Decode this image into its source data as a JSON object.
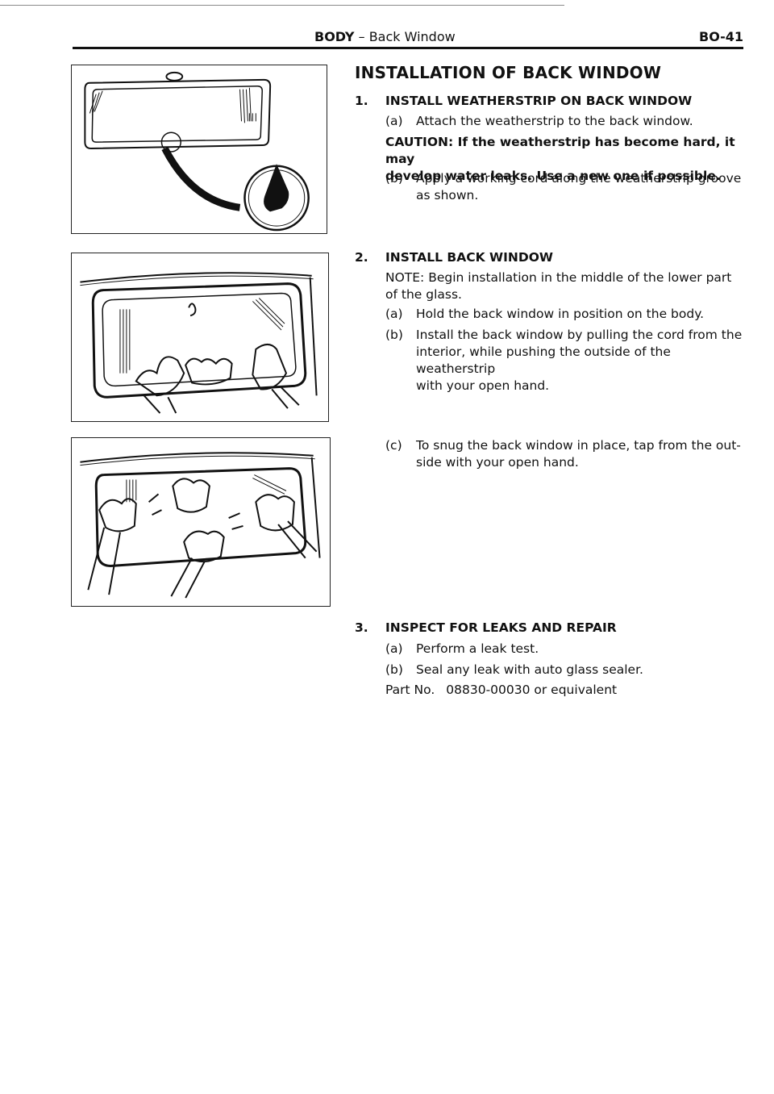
{
  "header": {
    "section": "BODY",
    "separator": "–",
    "subsection": "Back Window",
    "page_number": "BO-41"
  },
  "main_title": "INSTALLATION OF BACK WINDOW",
  "steps": [
    {
      "number": "1.",
      "title": "INSTALL WEATHERSTRIP ON BACK WINDOW",
      "sub_a_label": "(a)",
      "sub_a_text": "Attach the weatherstrip to the back window.",
      "caution_line1": "CAUTION:  If the weatherstrip has become hard, it may",
      "caution_line2": "develop water leaks. Use a new one if possible.",
      "sub_b_label": "(b)",
      "sub_b_line1": "Apply a working cord along the weatherstrip groove",
      "sub_b_line2": "as shown."
    },
    {
      "number": "2.",
      "title": "INSTALL BACK WINDOW",
      "note_line1": "NOTE:  Begin installation in the middle of the lower part",
      "note_line2": "of the glass.",
      "sub_a_label": "(a)",
      "sub_a_text": "Hold the back window in position on the body.",
      "sub_b_label": "(b)",
      "sub_b_line1": "Install the back window by pulling the cord from the",
      "sub_b_line2": "interior, while pushing the outside of the weatherstrip",
      "sub_b_line3": "with your open hand.",
      "sub_c_label": "(c)",
      "sub_c_line1": "To snug the back window in place, tap from the out-",
      "sub_c_line2": "side with your open hand."
    },
    {
      "number": "3.",
      "title": "INSPECT FOR LEAKS AND REPAIR",
      "sub_a_label": "(a)",
      "sub_a_text": "Perform a leak test.",
      "sub_b_label": "(b)",
      "sub_b_text": "Seal any leak with auto glass sealer.",
      "part_label": "Part No.",
      "part_number": "08830-00030 or equivalent"
    }
  ]
}
